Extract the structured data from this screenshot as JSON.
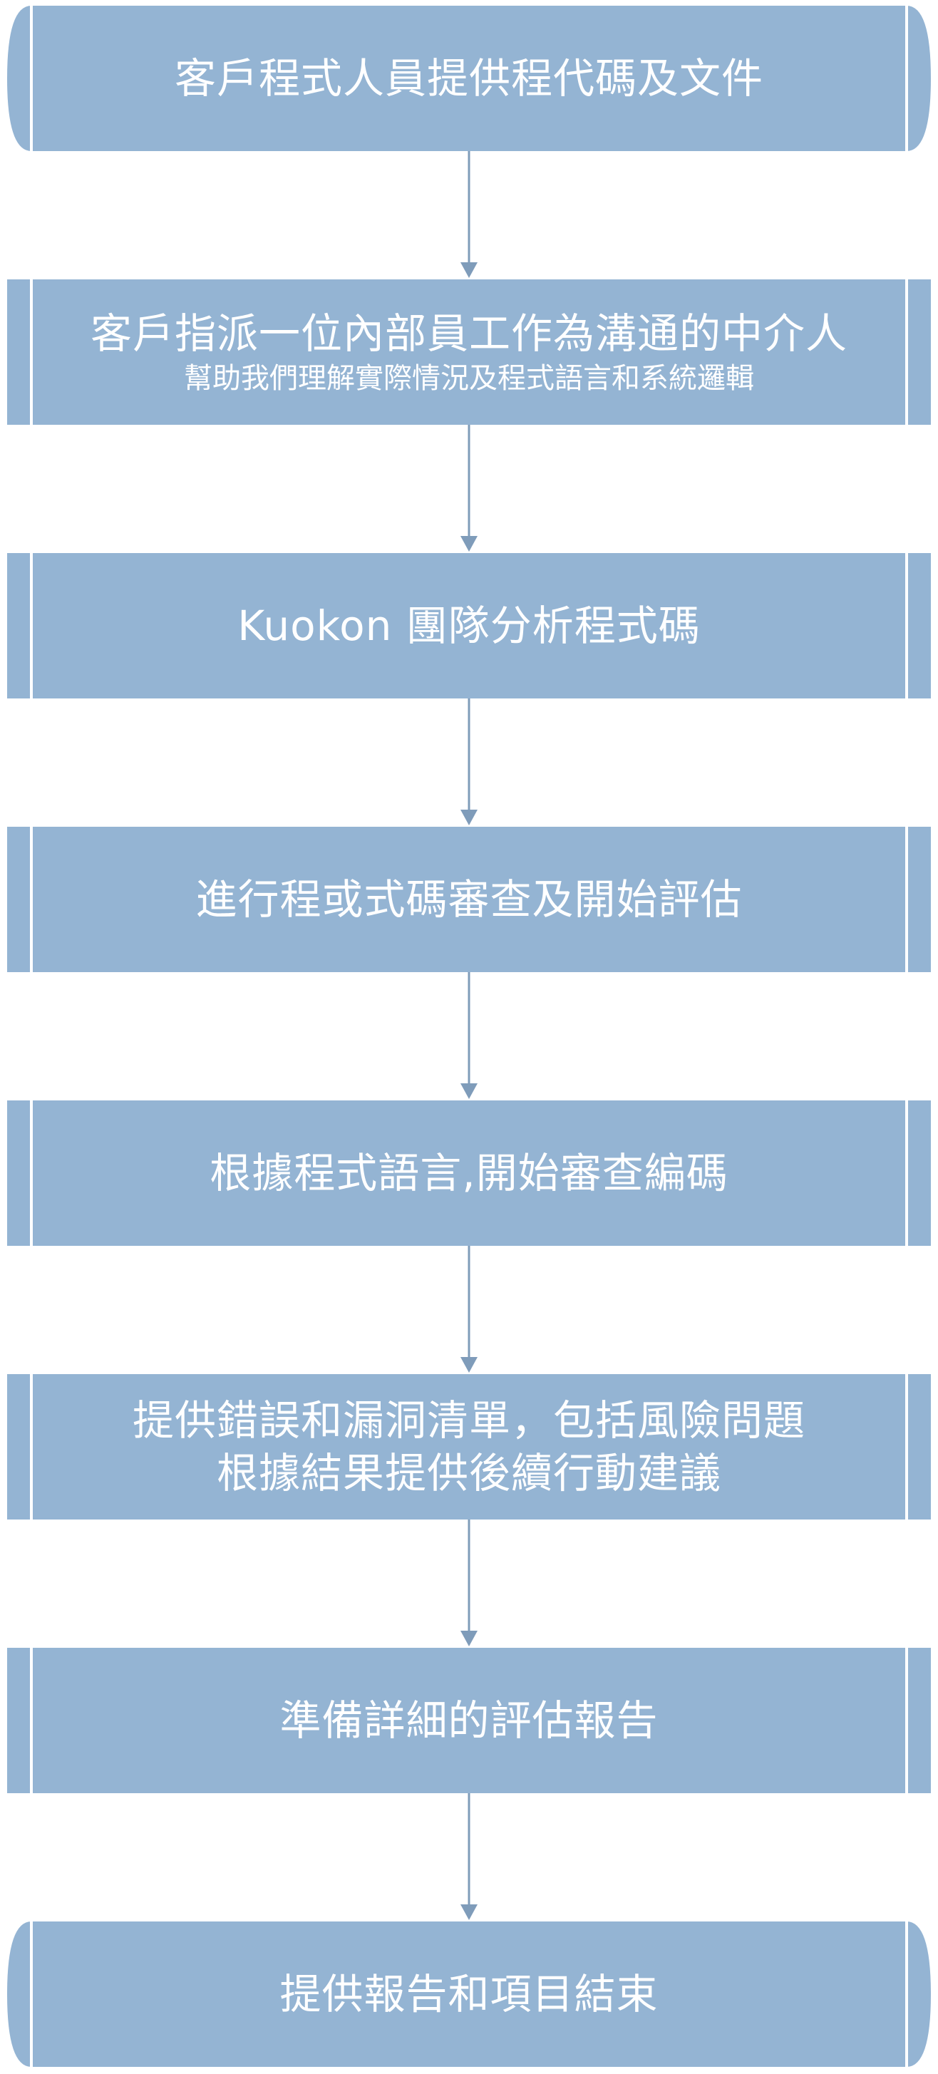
{
  "colors": {
    "box_fill": "#94b4d3",
    "box_stroke": "#ffffff",
    "side_fill": "#94b4d3",
    "arrow": "#7f9cba",
    "text": "#ffffff"
  },
  "steps": [
    {
      "shape": "terminal",
      "lines": [
        "客戶程式人員提供程代碼及文件"
      ]
    },
    {
      "shape": "process",
      "lines": [
        "客戶指派一位內部員工作為溝通的中介人",
        "幫助我們理解實際情況及程式語言和系統邏輯"
      ]
    },
    {
      "shape": "process",
      "lines": [
        "Kuokon 團隊分析程式碼"
      ]
    },
    {
      "shape": "process",
      "lines": [
        "進行程或式碼審查及開始評估"
      ]
    },
    {
      "shape": "process",
      "lines": [
        "根據程式語言,開始審查編碼"
      ]
    },
    {
      "shape": "process",
      "lines": [
        "提供錯誤和漏洞清單，包括風險問題",
        "根據結果提供後續行動建議"
      ]
    },
    {
      "shape": "process",
      "lines": [
        "準備詳細的評估報告"
      ]
    },
    {
      "shape": "terminal",
      "lines": [
        "提供報告和項目結束"
      ]
    }
  ]
}
